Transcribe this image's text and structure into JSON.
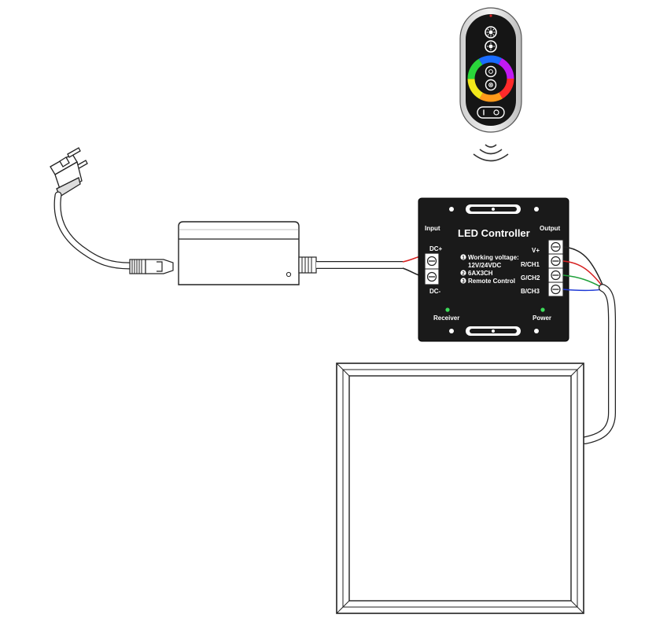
{
  "controller": {
    "title": "LED Controller",
    "input_label": "Input",
    "output_label": "Output",
    "dc_plus": "DC+",
    "dc_minus": "DC-",
    "specs": [
      "Working voltage:",
      "12V/24VDC",
      "6AX3CH",
      "Remote Control"
    ],
    "spec_bullets": [
      "1",
      "2",
      "3"
    ],
    "outputs": [
      "V+",
      "R/CH1",
      "G/CH2",
      "B/CH3"
    ],
    "receiver_label": "Receiver",
    "power_label": "Power"
  },
  "colors": {
    "controller_body": "#1a1a1a",
    "led_green": "#3ddc5a",
    "wire_red": "#d62020",
    "wire_green": "#1fa03a",
    "wire_blue": "#1f3ad6",
    "remote_body": "#1a1a1a"
  },
  "icons": {
    "remote_buttons": [
      "brightness-up-icon",
      "brightness-down-icon",
      "speed-icon",
      "mode-icon",
      "power-switch-icon"
    ],
    "remote_ring": "color-wheel-icon",
    "signal": "wireless-signal-icon",
    "plug": "power-plug-icon"
  }
}
